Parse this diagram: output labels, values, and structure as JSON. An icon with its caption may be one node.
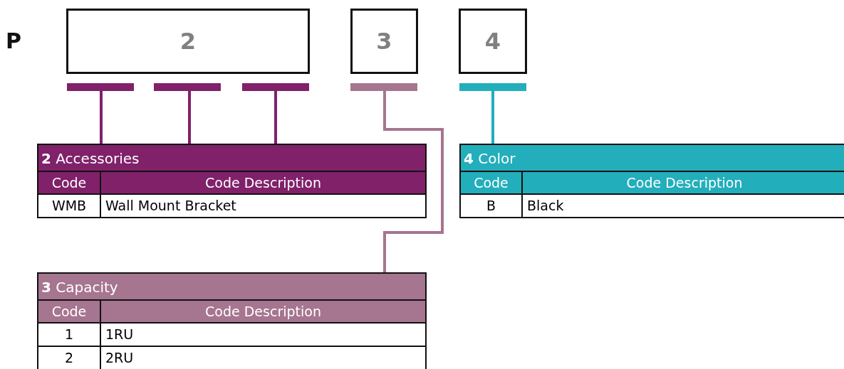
{
  "diagram": {
    "nodes": [
      {
        "text": [
          "2"
        ]
      },
      {
        "text": [
          "3"
        ]
      },
      {
        "text": [
          "4"
        ]
      },
      {
        "text": [
          "**2** Accessories",
          "Code",
          "Code Description",
          "WMB",
          "Wall Mount Bracket"
        ]
      },
      {
        "text": [
          "**3** Capacity",
          "Code",
          "Code Description",
          "1",
          "1RU",
          "2",
          "2RU"
        ]
      },
      {
        "text": [
          "**4** Color",
          "Code",
          "Code Description",
          "B",
          "Black"
        ]
      }
    ],
    "edges": [
      {
        "from": 0,
        "to": 3,
        "arrow": "none"
      },
      {
        "from": 0,
        "to": 3,
        "arrow": "none"
      },
      {
        "from": 0,
        "to": 3,
        "arrow": "none"
      },
      {
        "from": 1,
        "to": 4,
        "arrow": "none",
        "color": "#a6758f"
      },
      {
        "from": 2,
        "to": 5,
        "arrow": "none",
        "color": "#23aebb"
      }
    ],
    "labels": [
      "P"
    ]
  }
}
